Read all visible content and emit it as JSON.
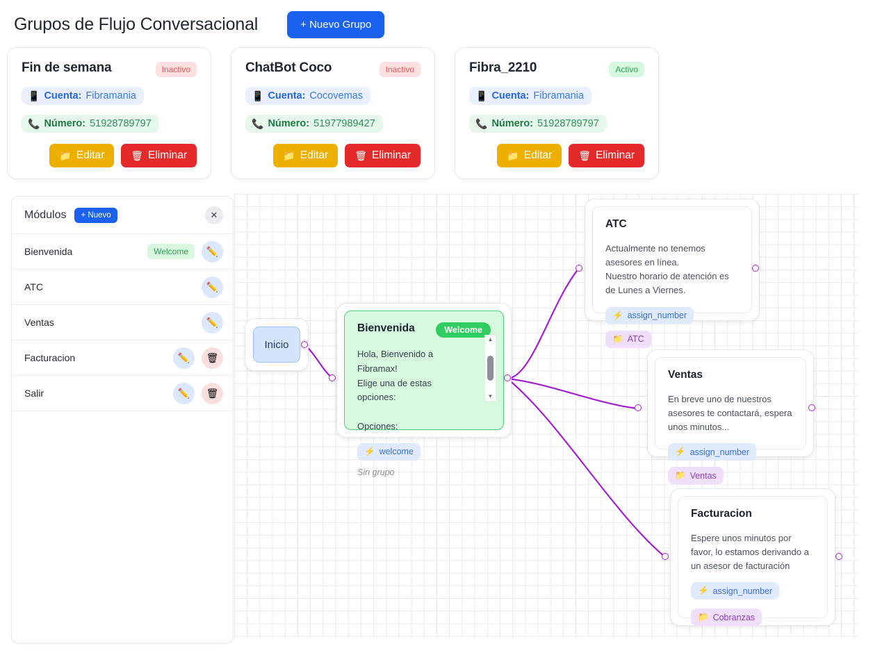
{
  "header": {
    "title": "Grupos de Flujo Conversacional",
    "new_group_button": "+ Nuevo Grupo"
  },
  "groups": [
    {
      "name": "Fin de semana",
      "status": "Inactivo",
      "status_kind": "inactivo",
      "account_label": "Cuenta:",
      "account_value": "Fibramania",
      "number_label": "Número:",
      "number_value": "51928789797",
      "edit_label": "Editar",
      "delete_label": "Eliminar"
    },
    {
      "name": "ChatBot Coco",
      "status": "Inactivo",
      "status_kind": "inactivo",
      "account_label": "Cuenta:",
      "account_value": "Cocovemas",
      "number_label": "Número:",
      "number_value": "51977989427",
      "edit_label": "Editar",
      "delete_label": "Eliminar"
    },
    {
      "name": "Fibra_2210",
      "status": "Activo",
      "status_kind": "activo",
      "account_label": "Cuenta:",
      "account_value": "Fibramania",
      "number_label": "Número:",
      "number_value": "51928789797",
      "edit_label": "Editar",
      "delete_label": "Eliminar"
    }
  ],
  "sidebar": {
    "title": "Módulos",
    "new_button": "+ Nuevo",
    "close_icon": "✕",
    "modules": [
      {
        "name": "Bienvenida",
        "badge": "Welcome",
        "has_edit": true,
        "has_delete": false
      },
      {
        "name": "ATC",
        "badge": "",
        "has_edit": true,
        "has_delete": false
      },
      {
        "name": "Ventas",
        "badge": "",
        "has_edit": true,
        "has_delete": false
      },
      {
        "name": "Facturacion",
        "badge": "",
        "has_edit": true,
        "has_delete": true
      },
      {
        "name": "Salir",
        "badge": "",
        "has_edit": true,
        "has_delete": true
      }
    ]
  },
  "canvas": {
    "start_node": {
      "label": "Inicio"
    },
    "nodes": [
      {
        "id": "atc",
        "title": "ATC",
        "body": "Actualmente no tenemos asesores en línea.\nNuestro horario de atención es de Lunes a Viernes.",
        "tags": [
          {
            "kind": "action",
            "icon": "⚡",
            "label": "assign_number"
          },
          {
            "kind": "group",
            "icon": "📁",
            "label": "ATC"
          }
        ]
      },
      {
        "id": "welcome",
        "title": "Bienvenida",
        "badge": "Welcome",
        "body": "Hola, Bienvenido a Fibramax!\nElige una de estas opciones:\n\nOpciones:",
        "tags": [
          {
            "kind": "action",
            "icon": "⚡",
            "label": "welcome"
          }
        ],
        "group_note": "Sin grupo"
      },
      {
        "id": "ventas",
        "title": "Ventas",
        "body": "En breve uno de nuestros asesores te contactará, espera unos minutos...",
        "tags": [
          {
            "kind": "action",
            "icon": "⚡",
            "label": "assign_number"
          },
          {
            "kind": "group",
            "icon": "📁",
            "label": "Ventas"
          }
        ]
      },
      {
        "id": "facturacion",
        "title": "Facturacion",
        "body": "Espere unos minutos por favor, lo estamos derivando a un asesor de facturación",
        "tags": [
          {
            "kind": "action",
            "icon": "⚡",
            "label": "assign_number"
          },
          {
            "kind": "group",
            "icon": "📁",
            "label": "Cobranzas"
          }
        ]
      }
    ]
  },
  "colors": {
    "primary": "#1a62ed",
    "edit": "#eeb000",
    "delete": "#e42a2a",
    "active": "#2f9e52",
    "inactive": "#e2565a",
    "edge": "#a21fd0",
    "welcome_badge": "#2fcc5f"
  },
  "icons": {
    "phone_account": "📱",
    "phone_number": "📞",
    "folder": "📁",
    "trash": "🗑",
    "pencil": "✏️",
    "bolt": "⚡"
  }
}
